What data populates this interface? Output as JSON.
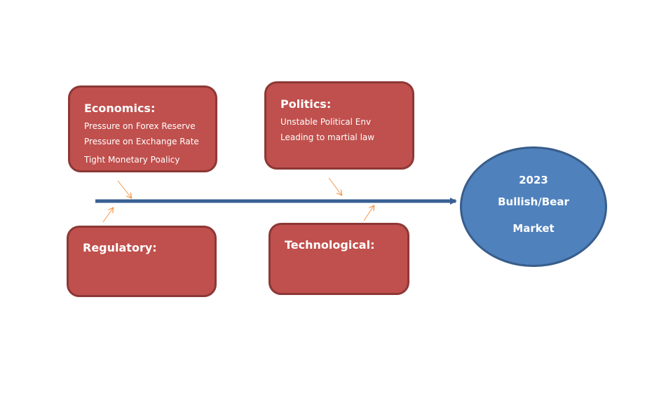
{
  "spine": {
    "color": "#376092",
    "arrow_color": "#f79646"
  },
  "categories": {
    "economics": {
      "title": "Economics:",
      "lines": [
        "Pressure on Forex Reserve",
        "Pressure on Exchange Rate",
        "Tight Monetary Poalicy"
      ]
    },
    "politics": {
      "title": "Politics:",
      "lines": [
        "Unstable Political Env",
        "Leading to martial law"
      ]
    },
    "regulatory": {
      "title": "Regulatory:"
    },
    "technological": {
      "title": "Technological:"
    }
  },
  "outcome": {
    "lines": [
      "2023",
      "Bullish/Bear",
      "Market"
    ],
    "fill_color": "#4f81bd"
  },
  "box_fill_color": "#c0504d"
}
